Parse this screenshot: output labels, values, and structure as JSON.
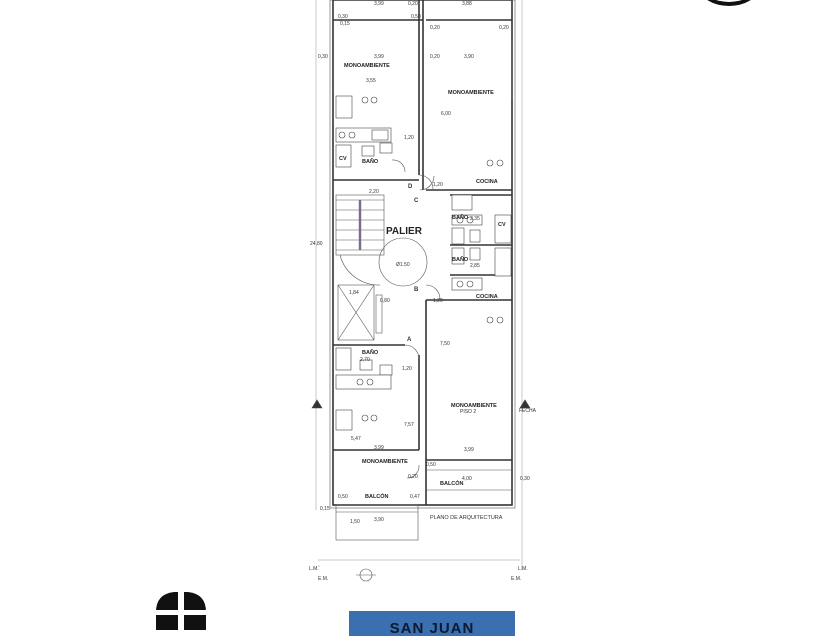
{
  "plan": {
    "palier": "PALIER",
    "rooms": {
      "mono_top_left": "MONOAMBIENTE",
      "mono_top_right": "MONOAMBIENTE",
      "mono_bottom_left": "MONOAMBIENTE",
      "mono_bottom_right": "MONOAMBIENTE",
      "piso": "PISO 2",
      "cocina_1": "COCINA",
      "cocina_2": "COCINA",
      "bano_1": "BAÑO",
      "bano_2": "BAÑO",
      "bano_3": "BAÑO",
      "bano_4": "BAÑO",
      "cv_1": "CV",
      "cv_2": "CV",
      "balcon_left": "BALCÓN",
      "balcon_right": "BALCÓN"
    },
    "title": "PLANO DE ARQUITECTURA",
    "markers": {
      "d": "D",
      "c": "C",
      "b": "B",
      "a": "A",
      "diam": "Ø1.50",
      "lm_left": "L.M.",
      "lm_right": "L.M.",
      "em_left": "E.M.",
      "em_right": "E.M.",
      "a_label": "A",
      "fecha": "FECHA"
    },
    "dims": {
      "d_399_top": "3,99",
      "d_020_a": "0,20",
      "d_388": "3,88",
      "d_030_top": "0,30",
      "d_050_a": "0,50",
      "d_020_b": "0,20",
      "d_020_c": "0,20",
      "d_015": "0,15",
      "d_030_left": "0,30",
      "d_399_b": "3,99",
      "d_020_d": "0,20",
      "d_390_a": "3,90",
      "d_355": "3,55",
      "d_600": "6,00",
      "d_120_a": "1,20",
      "d_220": "2,20",
      "d_120_b": "1,20",
      "d_235": "2,35",
      "d_285": "2,85",
      "d_2480": "24,80",
      "d_184": "1,84",
      "d_080": "0,80",
      "d_120_c": "1,20",
      "d_270": "2,70",
      "d_120_d": "1,20",
      "d_750": "7,50",
      "d_757": "7,57",
      "d_547": "5,47",
      "d_399_c": "3,99",
      "d_399_d": "3,99",
      "d_020_e": "0,20",
      "d_050_b": "0,50",
      "d_050_c": "0,50",
      "d_047": "0,47",
      "d_400": "4,00",
      "d_030_r": "0,30",
      "d_390_b": "3,90",
      "d_150": "1,50",
      "d_015_b": "0,15"
    }
  },
  "banner": {
    "text": "SAN JUAN"
  }
}
